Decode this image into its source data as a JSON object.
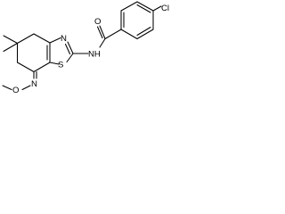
{
  "molecule": {
    "atoms": {
      "cl": "Cl",
      "o_amide": "O",
      "nh": "NH",
      "n_thiazole": "N",
      "s_thiazole": "S",
      "n_oxime": "N",
      "o_oxime": "O"
    }
  },
  "colors": {
    "bond": "#000000",
    "label": "#000000",
    "background": "#ffffff"
  }
}
